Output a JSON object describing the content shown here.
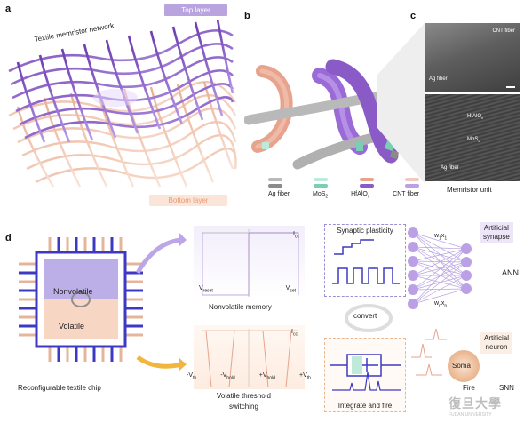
{
  "panels": {
    "a": {
      "label": "a",
      "title": "Textile memristor network",
      "top_layer": "Top layer",
      "bottom_layer": "Bottom layer"
    },
    "b": {
      "label": "b",
      "legend": [
        {
          "name": "Ag fiber",
          "color": "#b9b9b9"
        },
        {
          "name": "MoS2",
          "color": "#bfead9"
        },
        {
          "name": "HfAlOx",
          "color": "#e8a38d"
        },
        {
          "name": "CNT fiber",
          "color": "#bca0e6"
        }
      ],
      "legend_bottom": [
        {
          "name": "",
          "color": "#8b8b8b"
        },
        {
          "name": "",
          "color": "#79cfb1"
        },
        {
          "name": "",
          "color": "#8a5bc6"
        },
        {
          "name": "",
          "color": "#e9c6b8"
        }
      ]
    },
    "c": {
      "label": "c",
      "tem_top": {
        "cnt": "CNT fiber",
        "ag": "Ag fiber"
      },
      "tem_bottom": {
        "hf": "HfAlOx",
        "mos": "MoS2",
        "ag": "Ag fiber"
      },
      "caption": "Memristor unit"
    },
    "d": {
      "label": "d",
      "chip": {
        "nonvolatile": "Nonvolatile",
        "volatile": "Volatile",
        "caption": "Reconfigurable textile chip"
      },
      "nonvolatile_plot": {
        "icc": "Icc",
        "vreset": "Vreset",
        "vset": "Vset",
        "caption": "Nonvolatile memory"
      },
      "volatile_plot": {
        "icc": "Icc",
        "neg_vth": "-Vth",
        "neg_vhold": "-Vhold",
        "pos_vhold": "+Vhold",
        "pos_vth": "+Vth",
        "caption_line1": "Volatile threshold",
        "caption_line2": "switching"
      },
      "synaptic": "Synaptic plasticity",
      "convert": "convert",
      "integrate": "Integrate and fire",
      "artificial_synapse": {
        "line1": "Artificial",
        "line2": "synapse"
      },
      "ann": "ANN",
      "artificial_neuron": {
        "line1": "Artificial",
        "line2": "neuron"
      },
      "soma": "Soma",
      "fire": "Fire",
      "snn": "SNN",
      "w1x1": "w1x1",
      "wnxn": "wnxn"
    }
  },
  "watermark": {
    "cn": "復旦大學",
    "en": "FUDAN UNIVERSITY"
  }
}
